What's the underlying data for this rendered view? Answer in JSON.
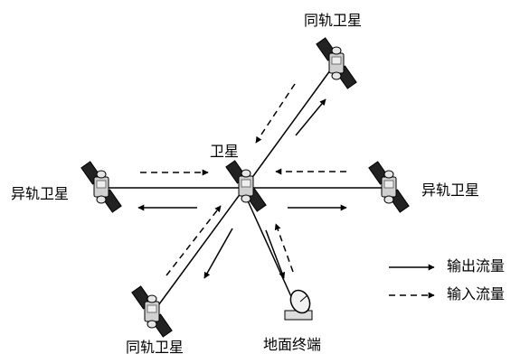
{
  "labels": {
    "center_sat": "卫星",
    "top_sat": "同轨卫星",
    "bottom_sat": "同轨卫星",
    "left_sat": "异轨卫星",
    "right_sat": "异轨卫星",
    "ground": "地面终端"
  },
  "legend": {
    "output": "输出流量",
    "input": "输入流量"
  },
  "colors": {
    "line": "#000000",
    "body": "#cccccc",
    "panel": "#2a2a2a"
  }
}
